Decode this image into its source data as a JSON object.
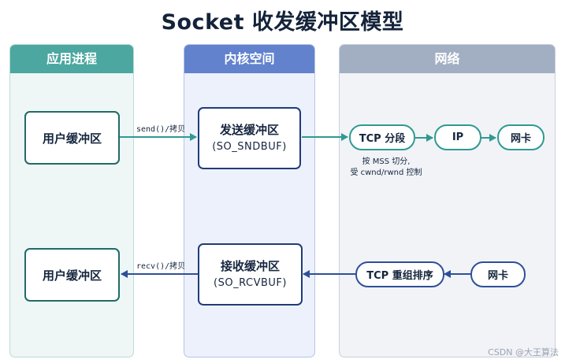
{
  "title": "Socket 收发缓冲区模型",
  "columns": {
    "app": "应用进程",
    "kernel": "内核空间",
    "network": "网络"
  },
  "send_path": {
    "user_buffer": "用户缓冲区",
    "edge_label": "send()/拷贝",
    "kernel_buffer": "发送缓冲区",
    "kernel_buffer_sub": "(SO_SNDBUF)",
    "segment": "TCP 分段",
    "ip": "IP",
    "nic": "网卡",
    "note_line1": "按 MSS 切分,",
    "note_line2": "受 cwnd/rwnd 控制"
  },
  "recv_path": {
    "user_buffer": "用户缓冲区",
    "edge_label": "recv()/拷贝",
    "kernel_buffer": "接收缓冲区",
    "kernel_buffer_sub": "(SO_RCVBUF)",
    "reorder": "TCP 重组排序",
    "nic": "网卡"
  },
  "colors": {
    "app": "#4ba7a0",
    "kernel": "#6282cd",
    "network": "#a2aec2",
    "send_arrow": "#2f9a92",
    "recv_arrow": "#2e4f99"
  },
  "watermark": "CSDN @大王算法"
}
